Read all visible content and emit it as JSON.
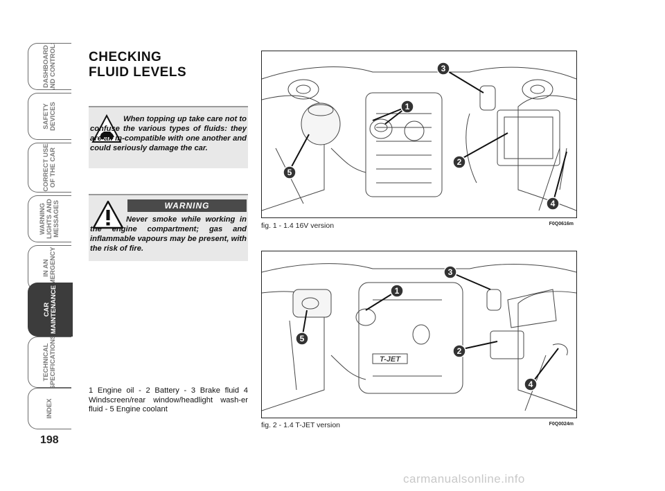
{
  "section_title": "CHECKING\nFLUID LEVELS",
  "page_number": "198",
  "side_tabs": [
    {
      "label": "DASHBOARD\nAND CONTROLS",
      "active": false
    },
    {
      "label": "SAFETY\nDEVICES",
      "active": false
    },
    {
      "label": "CORRECT USE\nOF THE CAR",
      "active": false
    },
    {
      "label": "WARNING\nLIGHTS AND\nMESSAGES",
      "active": false
    },
    {
      "label": "IN AN\nEMERGENCY",
      "active": false
    },
    {
      "label": "CAR\nMAINTENANCE",
      "active": true
    },
    {
      "label": "TECHNICAL\nSPECIFICATIONS",
      "active": false
    },
    {
      "label": "INDEX",
      "active": false
    }
  ],
  "note_topping": {
    "text": "When topping up take care not to confuse the various types of fluids: they are all in-compatible with one another and could seriously damage the car.",
    "icon": "car-caution-icon"
  },
  "note_warning": {
    "header": "WARNING",
    "text": "Never smoke while working in the engine compartment; gas and inflammable vapours may be present, with the risk of fire.",
    "icon": "warning-triangle-icon"
  },
  "legend": "1 Engine oil - 2 Battery - 3 Brake fluid 4 Windscreen/rear window/headlight wash-er fluid - 5 Engine coolant",
  "figures": [
    {
      "caption": "fig. 1 - 1.4 16V version",
      "code": "F0Q0616m",
      "callouts": [
        "1",
        "2",
        "3",
        "4",
        "5"
      ]
    },
    {
      "caption": "fig. 2 - 1.4 T-JET version",
      "code": "F0Q0024m",
      "callouts": [
        "1",
        "2",
        "3",
        "4",
        "5"
      ],
      "badge": "T-JET"
    }
  ],
  "watermark": "carmanualsonline.info",
  "colors": {
    "tab_active": "#3c3c3c",
    "note_bg": "#e8e8e8",
    "warning_header": "#4a4a4a"
  }
}
